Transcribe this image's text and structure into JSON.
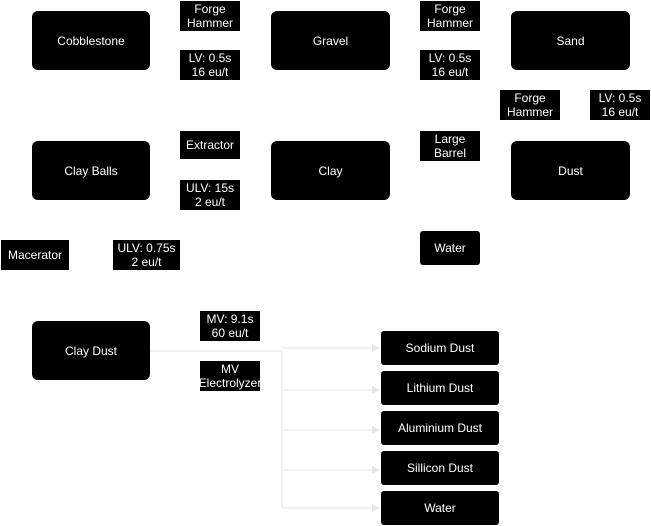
{
  "nodes": {
    "cobblestone": "Cobblestone",
    "gravel": "Gravel",
    "sand": "Sand",
    "clay_balls": "Clay Balls",
    "clay": "Clay",
    "dust": "Dust",
    "clay_dust": "Clay Dust"
  },
  "labels": {
    "forge_hammer_1": "Forge\nHammer",
    "forge_hammer_1_stats": "LV: 0.5s\n16 eu/t",
    "forge_hammer_2": "Forge\nHammer",
    "forge_hammer_2_stats": "LV: 0.5s\n16 eu/t",
    "forge_hammer_3": "Forge\nHammer",
    "forge_hammer_3_stats": "LV: 0.5s\n16 eu/t",
    "extractor": "Extractor",
    "extractor_stats": "ULV: 15s\n2 eu/t",
    "large_barrel": "Large\nBarrel",
    "water_input": "Water",
    "macerator": "Macerator",
    "macerator_stats": "ULV: 0.75s\n2 eu/t",
    "electrolyzer_stats": "MV: 9.1s\n60 eu/t",
    "electrolyzer": "MV\nElectrolyzer"
  },
  "outputs": [
    "Sodium Dust",
    "Lithium Dust",
    "Aluminium Dust",
    "Sillicon Dust",
    "Water"
  ],
  "colors": {
    "node_fill": "#000000",
    "text": "#ffffff",
    "edge": "#e6e6e6"
  }
}
